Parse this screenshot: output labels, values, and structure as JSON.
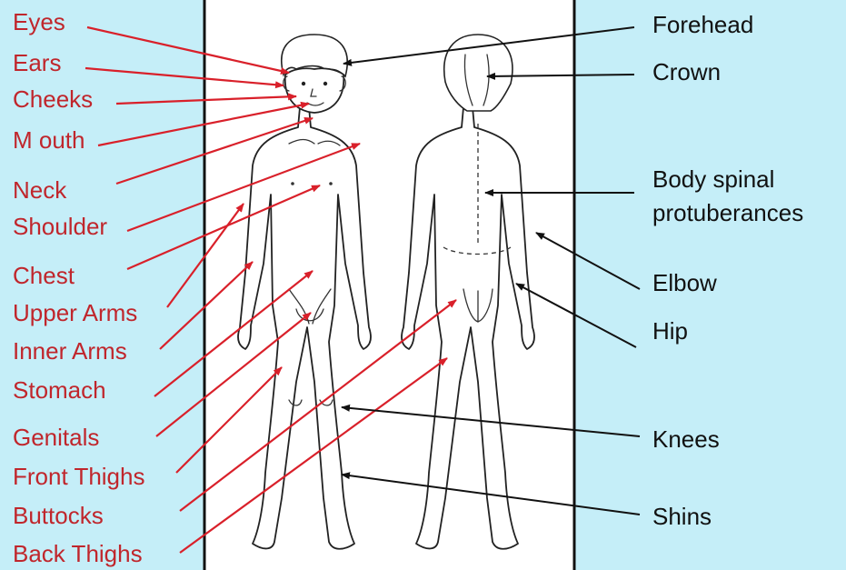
{
  "colors": {
    "background": "#c5eef8",
    "front_label": "#c0262c",
    "front_arrow": "#d9202a",
    "back_label": "#111111",
    "back_arrow": "#111111"
  },
  "front_labels": [
    {
      "id": "eyes",
      "text": "Eyes"
    },
    {
      "id": "ears",
      "text": "Ears"
    },
    {
      "id": "cheeks",
      "text": "Cheeks"
    },
    {
      "id": "mouth",
      "text": "M outh"
    },
    {
      "id": "neck",
      "text": "Neck"
    },
    {
      "id": "shoulder",
      "text": "Shoulder"
    },
    {
      "id": "chest",
      "text": "Chest"
    },
    {
      "id": "upper-arms",
      "text": "Upper Arms"
    },
    {
      "id": "inner-arms",
      "text": "Inner Arms"
    },
    {
      "id": "stomach",
      "text": "Stomach"
    },
    {
      "id": "genitals",
      "text": "Genitals"
    },
    {
      "id": "front-thighs",
      "text": "Front Thighs"
    },
    {
      "id": "buttocks",
      "text": "Buttocks"
    },
    {
      "id": "back-thighs",
      "text": "Back Thighs"
    }
  ],
  "back_labels": [
    {
      "id": "forehead",
      "lines": [
        "Forehead"
      ]
    },
    {
      "id": "crown",
      "lines": [
        "Crown"
      ]
    },
    {
      "id": "spinal",
      "lines": [
        "Body spinal",
        "protuberances"
      ]
    },
    {
      "id": "elbow",
      "lines": [
        "Elbow"
      ]
    },
    {
      "id": "hip",
      "lines": [
        "Hip"
      ]
    },
    {
      "id": "knees",
      "lines": [
        "Knees"
      ]
    },
    {
      "id": "shins",
      "lines": [
        "Shins"
      ]
    }
  ]
}
